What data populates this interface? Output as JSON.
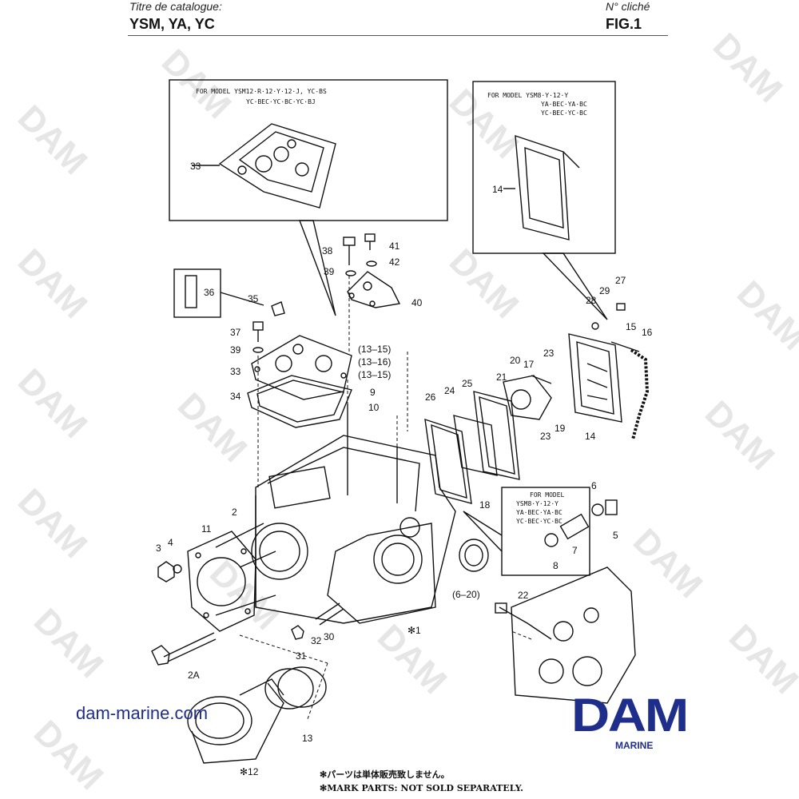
{
  "header": {
    "catalog_label": "Titre de catalogue:",
    "catalog_value": "YSM, YA, YC",
    "cliche_label": "N° cliché",
    "cliche_value": "FIG.1"
  },
  "watermark": "DAM",
  "inset_top_left": {
    "line1": "FOR MODEL  YSM12·R·12·Y·12·J, YC-BS",
    "line2": "YC·BEC·YC·BC·YC·BJ"
  },
  "inset_top_right": {
    "line1": "FOR MODEL  YSM8·Y·12·Y",
    "line2": "YA·BEC·YA·BC",
    "line3": "YC·BEC·YC·BC"
  },
  "inset_mid_right": {
    "line1": "FOR MODEL",
    "line2": "YSM8·Y·12·Y",
    "line3": "YA·BEC·YA·BC",
    "line4": "YC·BEC·YC·BC"
  },
  "part_labels": {
    "p33a": "33",
    "p14a": "14",
    "p41": "41",
    "p38": "38",
    "p42": "42",
    "p39a": "39",
    "p36": "36",
    "p35": "35",
    "p40": "40",
    "p37": "37",
    "p39b": "39",
    "p33b": "33",
    "p34": "34",
    "p13_15a": "(13–15)",
    "p13_16": "(13–16)",
    "p13_15b": "(13–15)",
    "p9": "9",
    "p10": "10",
    "p27": "27",
    "p29": "29",
    "p28": "28",
    "p15": "15",
    "p16": "16",
    "p23a": "23",
    "p20": "20",
    "p17": "17",
    "p21": "21",
    "p25": "25",
    "p24": "24",
    "p26": "26",
    "p23b": "23",
    "p19": "19",
    "p14b": "14",
    "p18": "18",
    "p6": "6",
    "p5": "5",
    "p7": "7",
    "p8": "8",
    "p2": "2",
    "p11": "11",
    "p4": "4",
    "p3": "3",
    "p6_20": "(6–20)",
    "p22": "22",
    "p1": "✻1",
    "p32": "32",
    "p30": "30",
    "p31": "31",
    "p2a": "2A",
    "p13": "13",
    "p12": "✻12"
  },
  "footnote_jp": "✻パーツは単体販売致しません。",
  "footnote_en": "✻MARK PARTS: NOT SOLD SEPARATELY.",
  "website": "dam-marine.com",
  "logo": {
    "main": "DAM",
    "sub": "MARINE",
    "color": "#1f2e8a"
  }
}
